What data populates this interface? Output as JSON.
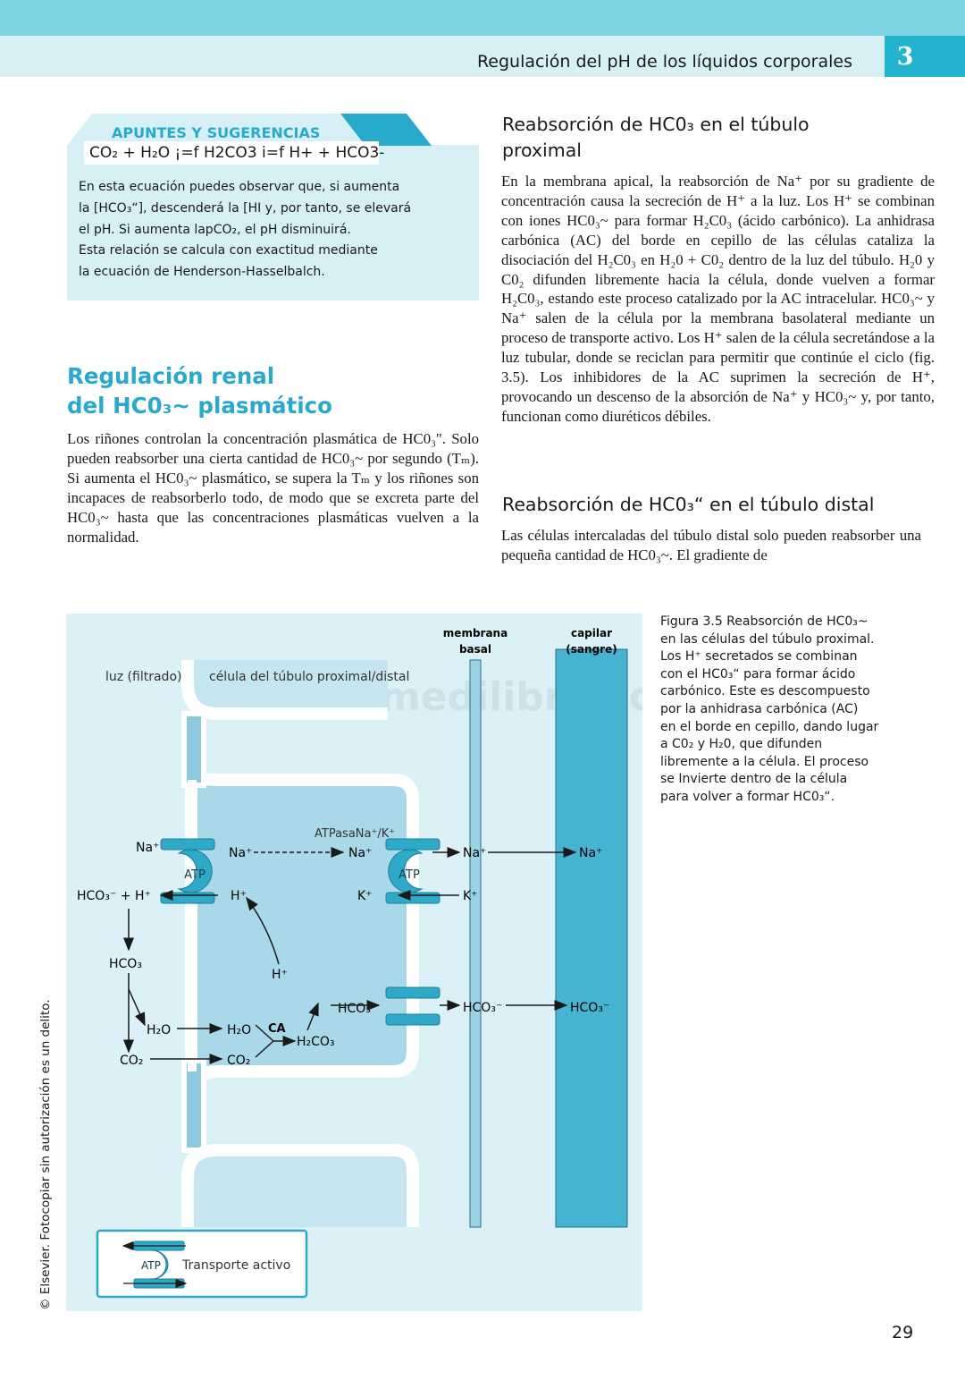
{
  "header": {
    "running_title": "Regulación del pH de los líquidos corporales",
    "chapter_number": "3"
  },
  "notes": {
    "title": "APUNTES Y SUGERENCIAS",
    "equation": "CO₂ + H₂O ¡=f H2CO3 i=f H+ + HCO3-",
    "lines": [
      "En esta ecuación puedes observar que, si aumenta",
      "la [HCO₃“], descenderá la [HI y, por tanto, se elevará",
      "el pH. Si aumenta lapCO₂, el pH disminuirá.",
      "Esta relación se calcula con exactitud mediante",
      "la ecuación de Henderson-Hasselbalch."
    ]
  },
  "left_section": {
    "heading_line1": "Regulación renal",
    "heading_line2": "del HC0₃~ plasmático",
    "paragraph": "Los riñones controlan la concentración plasmática de HC0₃\". Solo pueden reabsorber una cierta cantidad de HC0₃~ por segundo (Tₘ). Si aumenta el HC0₃~ plasmático, se supera la Tₘ y los riñones son incapaces de reabsorberlo todo, de modo que se excreta parte del HC0₃~ hasta que las concentraciones plasmáticas vuelven a la normalidad."
  },
  "right_section_1": {
    "heading_line1": "Reabsorción de HC0₃ en el túbulo",
    "heading_line2": "proximal",
    "paragraph": "En la membrana apical, la reabsorción de Na⁺ por su gradiente de concentración causa la secreción de H⁺ a la luz. Los H⁺ se combinan con iones HC0₃~ para formar H₂C0₃ (ácido carbónico). La anhidrasa carbónica (AC) del borde en cepillo de las células cataliza la disociación del H₂C0₃ en H₂0 + C0₂ dentro de la luz del túbulo. H₂0 y C0₂ difunden libremente hacia la célula, donde vuelven a formar H₂C0₃, estando este proceso catalizado por la AC intracelular. HC0₃~ y Na⁺ salen de la célula por la membrana basolateral mediante un proceso de transporte activo. Los H⁺ salen de la célula secretándose a la luz tubular, donde se reciclan para permitir que continúe el ciclo (fig. 3.5). Los inhibidores de la AC suprimen la secreción de H⁺, provocando un descenso de la absorción de Na⁺ y HC0₃~ y, por tanto, funcionan como diuréticos débiles."
  },
  "right_section_2": {
    "heading": "Reabsorción de HC0₃“ en el túbulo distal",
    "paragraph": "Las células intercaladas del túbulo distal solo pueden reabsorber una pequeña cantidad de HC0₃~. El gradiente de"
  },
  "figure": {
    "labels": {
      "membrana": "membrana",
      "basal": "basal",
      "capilar": "capilar",
      "sangre": "(sangre)",
      "luz": "luz (filtrado)",
      "celula": "célula del túbulo proximal/distal",
      "watermark": "www.medilibros.com",
      "atpasa": "ATPasaNa⁺/K⁺",
      "atp": "ATP",
      "na": "Na⁺",
      "k": "K⁺",
      "h": "H⁺",
      "hco3_minus": "HCO₃⁻",
      "hco3": "HCO₃",
      "h2o": "H₂O",
      "co2": "CO₂",
      "ca": "CA",
      "h2co3": "H₂CO₃",
      "hco3_plus_h": "HCO₃⁻ + H⁺",
      "legend": "Transporte activo"
    },
    "caption_lines": [
      "Figura 3.5 Reabsorción de HC0₃~",
      "en las células del túbulo proximal.",
      "Los H⁺ secretados se combinan",
      "con el HC0₃“ para formar ácido",
      "carbónico. Este es descompuesto",
      "por la anhidrasa carbónica (AC)",
      "en el borde en cepillo, dando lugar",
      "a C0₂ y H₂0, que difunden",
      "libremente a la célula. El proceso",
      "se Invierte dentro de la célula",
      "para volver a formar HC0₃“."
    ]
  },
  "side_note": "© Elsevier. Fotocopiar sin autorización es un delito.",
  "page_number": "29",
  "colors": {
    "accent": "#29aacd",
    "light_panel": "#d6f0f5",
    "cell_fill": "#a9d9e8",
    "capillary": "#46b3d2",
    "transporter": "#2eaac8"
  }
}
